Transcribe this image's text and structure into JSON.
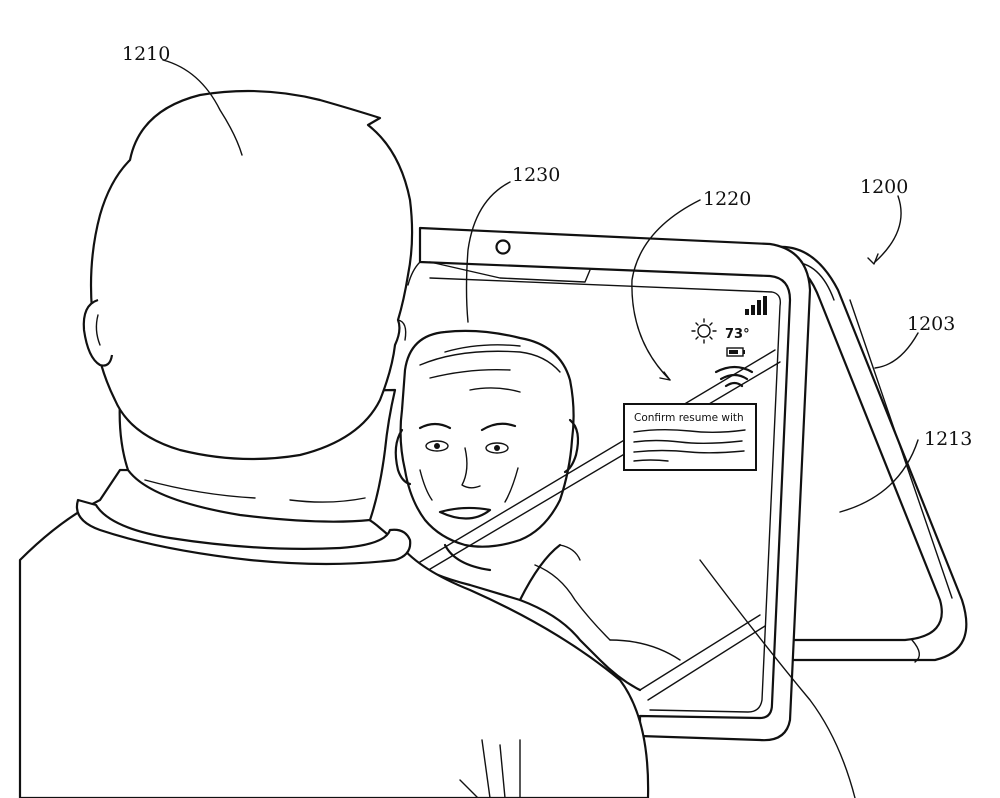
{
  "reference_numerals": {
    "person": "1210",
    "displayed_person": "1230",
    "overlay": "1220",
    "device": "1200",
    "frame": "1203",
    "screen": "1213"
  },
  "display": {
    "temperature": "73°",
    "notification_text": "Confirm resume with"
  }
}
